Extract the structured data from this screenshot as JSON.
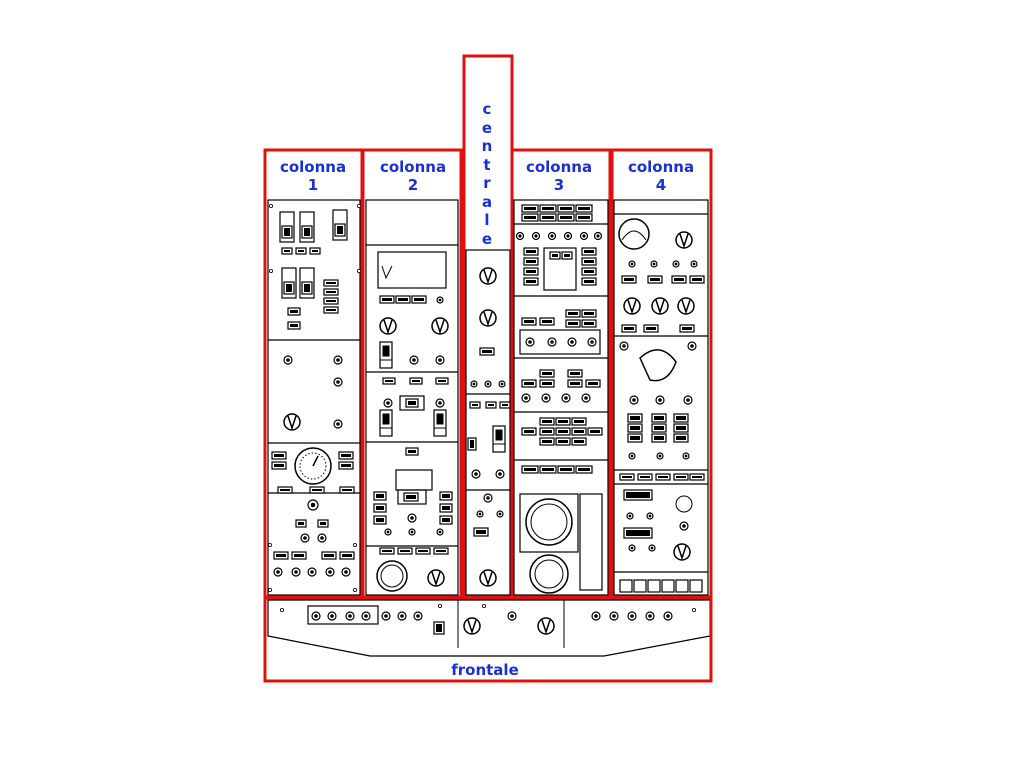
{
  "colors": {
    "frame": "#e01010",
    "label": "#1a2fd6",
    "ink": "#000000",
    "background": "#ffffff"
  },
  "sections": {
    "colonna1": {
      "line1": "colonna",
      "line2": "1"
    },
    "colonna2": {
      "line1": "colonna",
      "line2": "2"
    },
    "centrale": {
      "letters": [
        "c",
        "e",
        "n",
        "t",
        "r",
        "a",
        "l",
        "e"
      ]
    },
    "colonna3": {
      "line1": "colonna",
      "line2": "3"
    },
    "colonna4": {
      "line1": "colonna",
      "line2": "4"
    },
    "frontale": {
      "label": "frontale"
    }
  }
}
